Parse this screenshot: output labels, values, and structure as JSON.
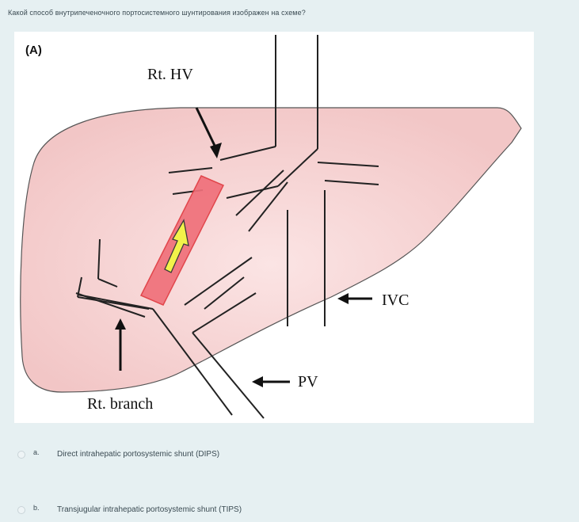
{
  "question": {
    "text": "Какой способ внутрипеченочного портосистемного шунтирования изображен на схеме?"
  },
  "figure": {
    "panel_label": "(A)",
    "labels": {
      "rt_hv": "Rt. HV",
      "ivc": "IVC",
      "pv": "PV",
      "rt_branch": "Rt. branch"
    },
    "colors": {
      "liver_fill": "#f6d0d0",
      "shunt_fill": "#f0707a",
      "arrow_fill": "#f2f24a"
    }
  },
  "answers": [
    {
      "letter": "a.",
      "text": "Direct intrahepatic portosystemic shunt (DIPS)",
      "selected": false
    },
    {
      "letter": "b.",
      "text": "Transjugular intrahepatic portosystemic shunt (TIPS)",
      "selected": false
    }
  ]
}
